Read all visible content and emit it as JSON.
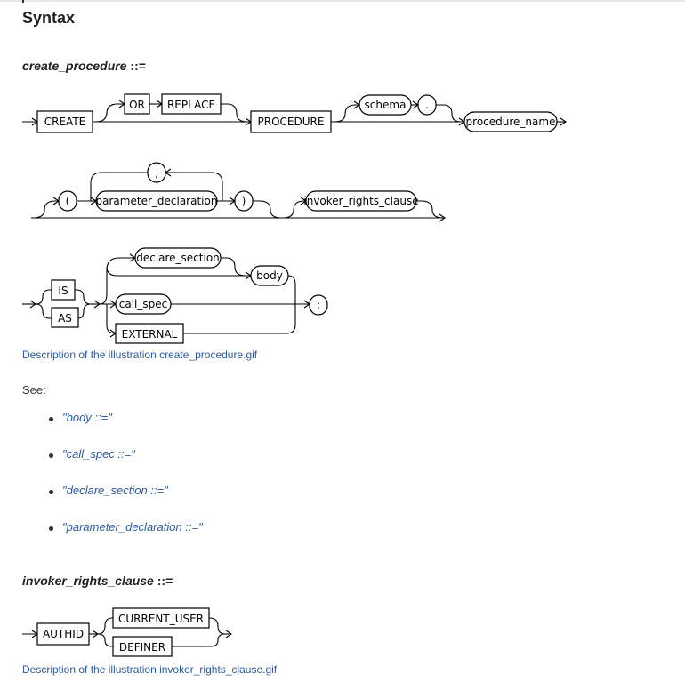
{
  "page": {
    "heading": "Syntax",
    "see_label": "See:"
  },
  "create_procedure": {
    "name": "create_procedure",
    "assign": " ::=",
    "caption": "Description of the illustration create_procedure.gif",
    "tokens": {
      "create": "CREATE",
      "or": "OR",
      "replace": "REPLACE",
      "procedure": "PROCEDURE",
      "schema": "schema",
      "dot": ".",
      "procedure_name": "procedure_name",
      "lparen": "(",
      "comma": ",",
      "parameter_declaration": "parameter_declaration",
      "rparen": ")",
      "invoker_rights_clause": "invoker_rights_clause",
      "is": "IS",
      "as": "AS",
      "declare_section": "declare_section",
      "body": "body",
      "call_spec": "call_spec",
      "external": "EXTERNAL",
      "semicolon": ";"
    }
  },
  "see_links": [
    {
      "text": "\"body ::=\""
    },
    {
      "text": "\"call_spec ::=\""
    },
    {
      "text": "\"declare_section ::=\""
    },
    {
      "text": "\"parameter_declaration ::=\""
    }
  ],
  "invoker_rights_clause": {
    "name": "invoker_rights_clause",
    "assign": " ::=",
    "caption": "Description of the illustration invoker_rights_clause.gif",
    "tokens": {
      "authid": "AUTHID",
      "current_user": "CURRENT_USER",
      "definer": "DEFINER"
    }
  }
}
